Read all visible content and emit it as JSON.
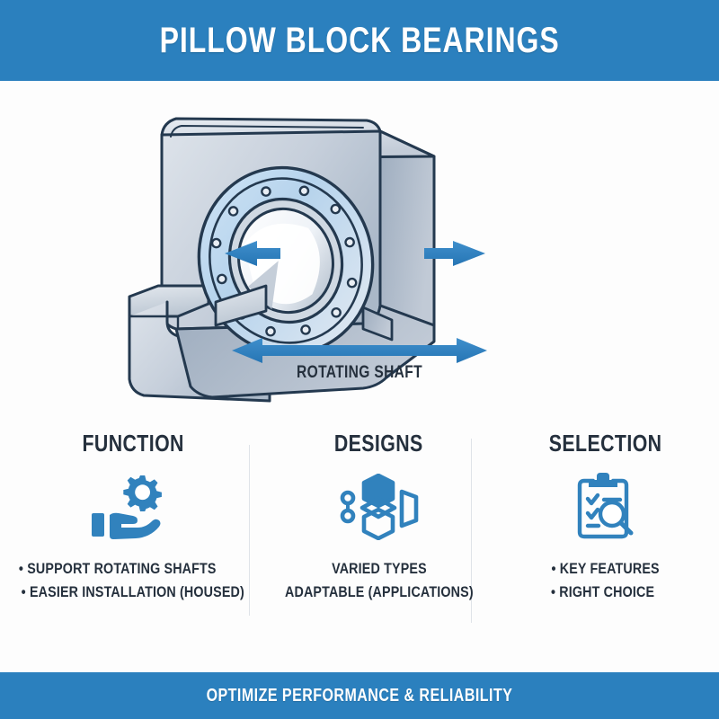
{
  "header": {
    "title": "PILLOW BLOCK BEARINGS",
    "background_color": "#2b80be",
    "text_color": "#ffffff"
  },
  "hero": {
    "alt_name": "pillow-block-bearing-illustration",
    "shaft_label": "ROTATING SHAFT",
    "arrow_color": "#2f80c2",
    "body_fill_light": "#d4dbe4",
    "body_fill_mid": "#aebccb",
    "body_fill_dark": "#8c9cae",
    "outline_color": "#24394f",
    "race_highlight": "#bcd9f0",
    "arrows": [
      {
        "name": "left-thrust-arrow",
        "direction": "left"
      },
      {
        "name": "right-thrust-arrow",
        "direction": "right"
      },
      {
        "name": "shaft-span-arrow",
        "direction": "both"
      }
    ]
  },
  "columns": [
    {
      "heading": "FUNCTION",
      "icon": "hand-holding-gear-icon",
      "bulleted": true,
      "items": [
        "SUPPORT ROTATING SHAFTS",
        "EASIER INSTALLATION (HOUSED)"
      ]
    },
    {
      "heading": "DESIGNS",
      "icon": "geometric-shapes-icon",
      "bulleted": false,
      "items": [
        "VARIED TYPES",
        "ADAPTABLE (APPLICATIONS)"
      ]
    },
    {
      "heading": "SELECTION",
      "icon": "clipboard-checklist-magnifier-icon",
      "bulleted": true,
      "items": [
        "KEY FEATURES",
        "RIGHT CHOICE"
      ]
    }
  ],
  "footer": {
    "text": "OPTIMIZE PERFORMANCE & RELIABILITY",
    "background_color": "#2b80be",
    "text_color": "#ffffff"
  },
  "theme": {
    "accent_blue": "#2b80be",
    "icon_blue": "#3182bd",
    "heading_navy": "#25303d",
    "divider_gray": "#dfe3e8",
    "page_background": "#fdfdfd"
  }
}
